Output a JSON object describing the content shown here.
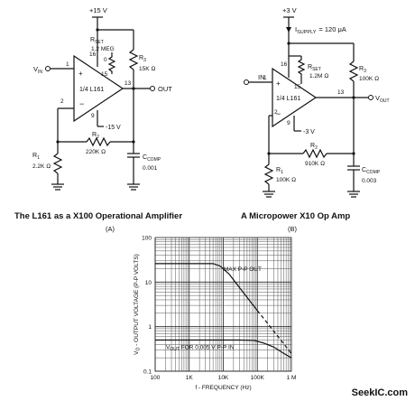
{
  "circuit_a": {
    "supply": "+15 V",
    "rset_name": "R",
    "rset_sub": "SET",
    "rset_value": "1.2 MEG",
    "r3_name": "R",
    "r3_sub": "3",
    "r3_value": "15K Ω",
    "vin_name": "V",
    "vin_sub": "IN",
    "chip": "1/4 L161",
    "pin16": "16",
    "pin15": "15",
    "pin1": "1",
    "pin0": "0",
    "pin2": "2",
    "pin9": "9",
    "pin13": "13",
    "out": "OUT",
    "neg_supply": "-15 V",
    "r2_name": "R",
    "r2_sub": "2",
    "r2_value": "220K Ω",
    "r1_name": "R",
    "r1_sub": "1",
    "r1_value": "2.2K Ω",
    "ccomp_name": "C",
    "ccomp_sub": "COMP",
    "ccomp_value": "0.001",
    "title": "The L161 as a X100 Operational Amplifier",
    "letter": "(A)"
  },
  "circuit_b": {
    "supply": "+3 V",
    "isupply_name": "I",
    "isupply_sub": "SUPPLY",
    "isupply_value": "= 120 μA",
    "rset_name": "R",
    "rset_sub": "SET",
    "rset_value": "1.2M Ω",
    "r3_name": "R",
    "r3_sub": "3",
    "r3_value": "100K Ω",
    "in_label": "IN",
    "chip": "1/4 L161",
    "pin16": "16",
    "pin15": "15",
    "pin1": "1",
    "pin2": "2",
    "pin9": "9",
    "pin13": "13",
    "vout_name": "V",
    "vout_sub": "OUT",
    "neg_supply": "-3 V",
    "r2_name": "R",
    "r2_sub": "2",
    "r2_value": "910K Ω",
    "r1_name": "R",
    "r1_sub": "1",
    "r1_value": "100K Ω",
    "ccomp_name": "C",
    "ccomp_sub": "COMP",
    "ccomp_value": "0.003",
    "title": "A Micropower X10 Op Amp",
    "letter": "(B)"
  },
  "chart_data": {
    "type": "line",
    "y_label_name": "V",
    "y_label_sub": "O",
    "y_label_rest": " - OUTPUT VOLTAGE (P-P VOLTS)",
    "x_label": "f - FREQUENCY (Hz)",
    "x_scale": "log",
    "y_scale": "log",
    "xlim": [
      100,
      1000000
    ],
    "ylim": [
      0.1,
      100
    ],
    "x_ticks": [
      "100",
      "1K",
      "10K",
      "100K",
      "1 M"
    ],
    "y_ticks": [
      "100",
      "10",
      "1",
      "0.1"
    ],
    "series": [
      {
        "name": "MAX P-P OUT",
        "style": "solid-then-dashed",
        "x": [
          100,
          5000,
          8000,
          15000,
          30000,
          100000,
          300000,
          1000000
        ],
        "y": [
          26,
          26,
          23,
          15,
          7.5,
          2.3,
          0.8,
          0.25
        ]
      },
      {
        "name_main": "V",
        "name_sub": "OUT",
        "name_rest": " FOR 0.005 V P-P IN",
        "style": "solid",
        "x": [
          100,
          30000,
          80000,
          150000,
          300000,
          600000,
          1000000
        ],
        "y": [
          0.5,
          0.5,
          0.49,
          0.43,
          0.35,
          0.25,
          0.2
        ]
      }
    ]
  },
  "watermark": "SeekIC.com"
}
